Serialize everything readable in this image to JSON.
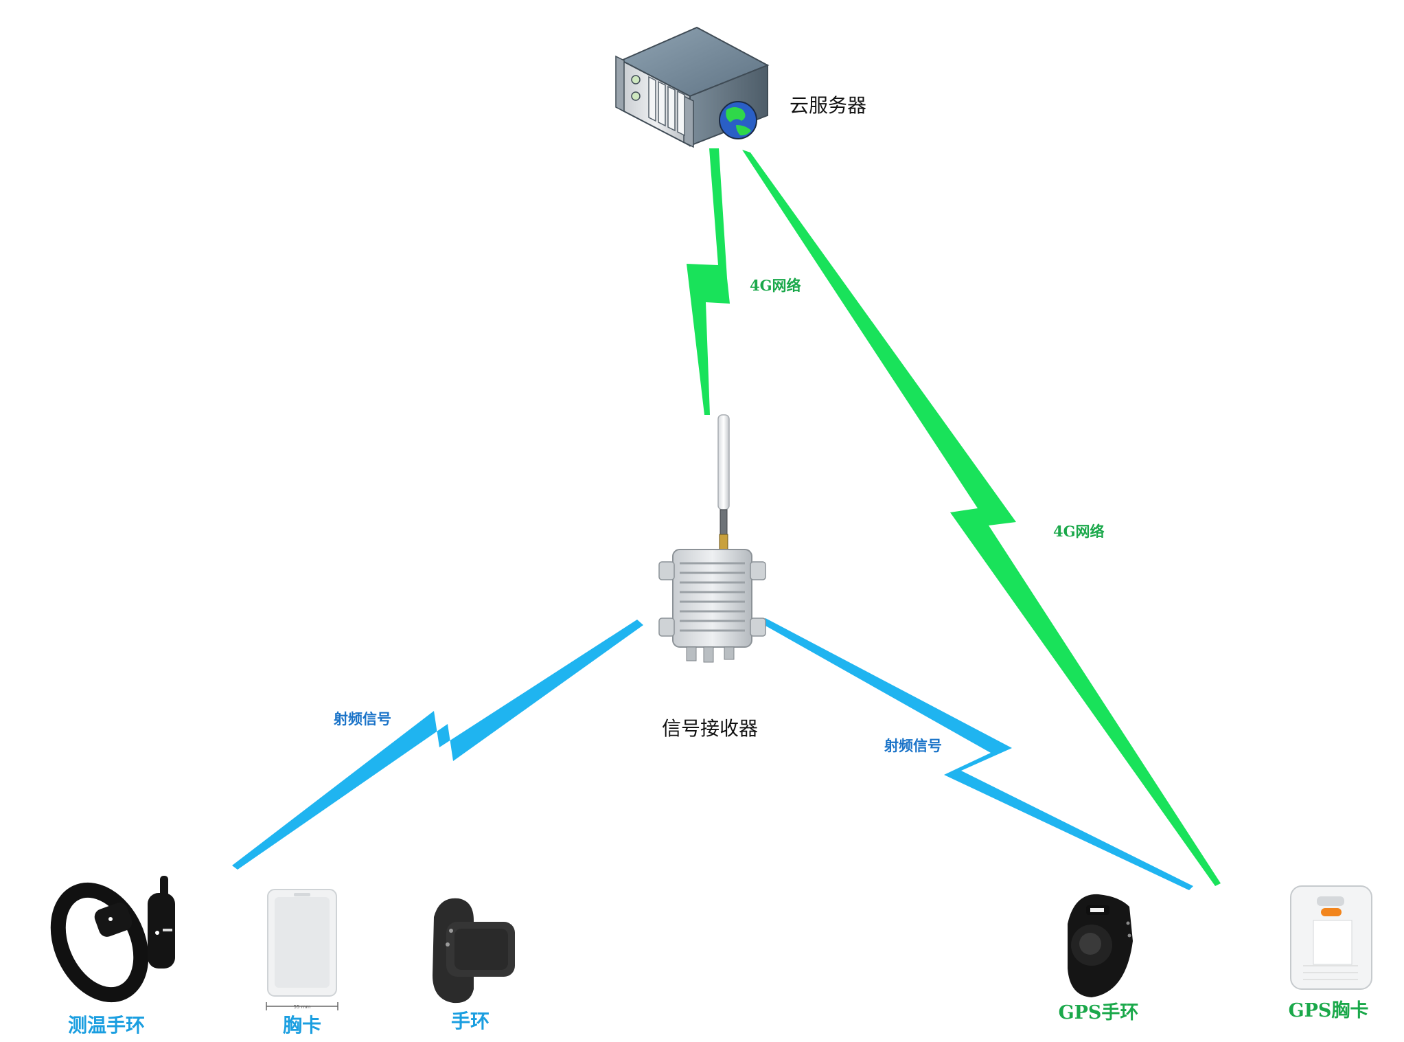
{
  "colors": {
    "network_4g": "#19e25a",
    "radio_signal": "#1fb4f0",
    "label_4g": "#1aa84a",
    "label_rf": "#1a73c8",
    "device_blue": "#1a9ee0",
    "device_green": "#1aa84a"
  },
  "nodes": {
    "server": {
      "label": "云服务器",
      "icon": "server-with-globe-icon"
    },
    "receiver": {
      "label": "信号接收器",
      "icon": "antenna-receiver-icon"
    }
  },
  "links": {
    "server_receiver": {
      "label": "4G网络",
      "type": "4g"
    },
    "server_gps": {
      "label": "4G网络",
      "type": "4g"
    },
    "receiver_left": {
      "label": "射频信号",
      "type": "rf"
    },
    "receiver_right": {
      "label": "射频信号",
      "type": "rf"
    }
  },
  "devices": [
    {
      "label": "测温手环",
      "icon": "thermometer-band-icon",
      "group": "rf"
    },
    {
      "label": "胸卡",
      "icon": "badge-card-icon",
      "group": "rf",
      "caption": "55 mm"
    },
    {
      "label": "手环",
      "icon": "wristband-icon",
      "group": "rf"
    },
    {
      "label": "GPS手环",
      "icon": "gps-band-icon",
      "group": "gps"
    },
    {
      "label": "GPS胸卡",
      "icon": "gps-badge-icon",
      "group": "gps"
    }
  ]
}
